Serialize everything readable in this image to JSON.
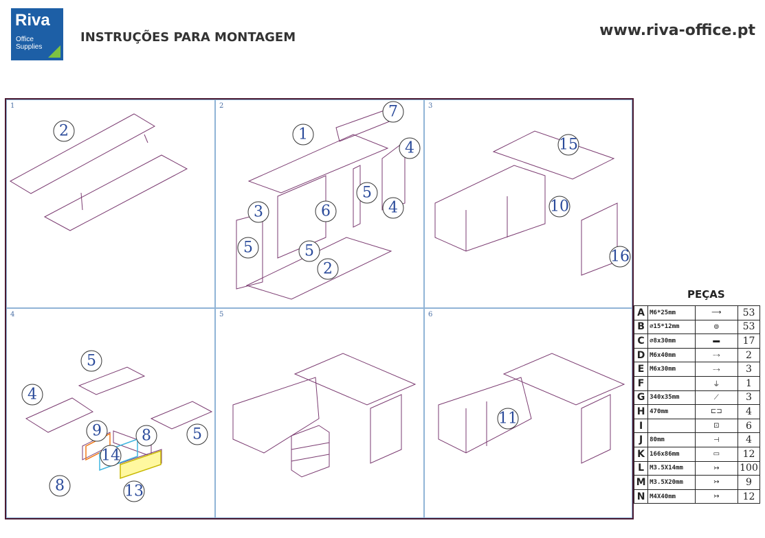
{
  "header": {
    "logo_brand": "Riva",
    "logo_line1": "Office",
    "logo_line2": "Supplies",
    "title": "INSTRUÇÕES PARA MONTAGEM",
    "url": "www.riva-office.pt"
  },
  "colors": {
    "logo_blue": "#1d5fa6",
    "logo_green": "#7dc242",
    "frame": "#4a1a32",
    "drawing": "#7a3a70",
    "callout_text": "#2a4a9a"
  },
  "steps": [
    {
      "num": "1",
      "callouts": [
        "2"
      ]
    },
    {
      "num": "2",
      "callouts": [
        "1",
        "7",
        "4",
        "3",
        "6",
        "5",
        "5",
        "4",
        "5",
        "2"
      ]
    },
    {
      "num": "3",
      "callouts": [
        "15",
        "10",
        "16"
      ]
    },
    {
      "num": "4",
      "callouts": [
        "5",
        "4",
        "9",
        "8",
        "14",
        "5",
        "8",
        "13"
      ]
    },
    {
      "num": "5",
      "callouts": []
    },
    {
      "num": "6",
      "callouts": [
        "11"
      ]
    }
  ],
  "parts": {
    "title": "PEÇAS",
    "rows": [
      {
        "letter": "A",
        "desc": "M6*25mm",
        "icon": "bolt-icon",
        "qty": "53"
      },
      {
        "letter": "B",
        "desc": "∅15*12mm",
        "icon": "cam-lock-icon",
        "qty": "53"
      },
      {
        "letter": "C",
        "desc": "∅8x30mm",
        "icon": "dowel-icon",
        "qty": "17"
      },
      {
        "letter": "D",
        "desc": "M6x40mm",
        "icon": "screw-icon",
        "qty": "2"
      },
      {
        "letter": "E",
        "desc": "M6x30mm",
        "icon": "screw-icon",
        "qty": "3"
      },
      {
        "letter": "F",
        "desc": "",
        "icon": "foot-icon",
        "qty": "1"
      },
      {
        "letter": "G",
        "desc": "340x35mm",
        "icon": "rail-icon",
        "qty": "3"
      },
      {
        "letter": "H",
        "desc": "470mm",
        "icon": "slide-icon",
        "qty": "4"
      },
      {
        "letter": "I",
        "desc": "",
        "icon": "bracket-icon",
        "qty": "6"
      },
      {
        "letter": "J",
        "desc": "80mm",
        "icon": "clamp-icon",
        "qty": "4"
      },
      {
        "letter": "K",
        "desc": "166x86mm",
        "icon": "plate-icon",
        "qty": "12"
      },
      {
        "letter": "L",
        "desc": "M3.5X14mm",
        "icon": "wood-screw-icon",
        "qty": "100"
      },
      {
        "letter": "M",
        "desc": "M3.5X20mm",
        "icon": "wood-screw-icon",
        "qty": "9"
      },
      {
        "letter": "N",
        "desc": "M4X40mm",
        "icon": "wood-screw-icon",
        "qty": "12"
      }
    ]
  }
}
